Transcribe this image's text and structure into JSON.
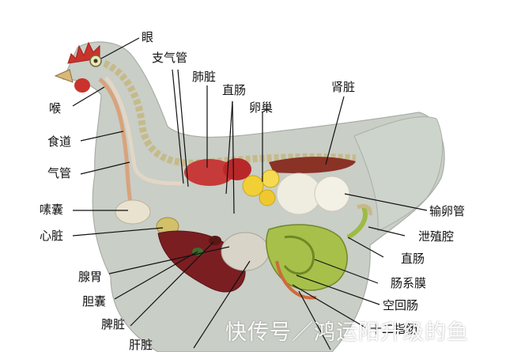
{
  "labels": {
    "eye": "眼",
    "bronchus": "支气管",
    "lung": "肺脏",
    "rectum_top": "直肠",
    "ovary": "卵巢",
    "kidney": "肾脏",
    "larynx": "喉",
    "esophagus": "食道",
    "trachea": "气管",
    "crop": "嗉囊",
    "heart": "心脏",
    "oviduct": "输卵管",
    "cloaca": "泄殖腔",
    "rectum_right": "直肠",
    "mesentery": "肠系膜",
    "proventriculus": "腺胃",
    "jejunum_ileum": "空回肠",
    "gallbladder": "胆囊",
    "duodenum": "十二指肠",
    "spleen": "脾脏",
    "liver": "肝脏"
  },
  "watermark": "快传号／鸿运阳升级的鱼",
  "colors": {
    "body": "#c9cec6",
    "comb": "#c9332b",
    "organ_red": "#b8282a",
    "liver": "#7a1e22",
    "yolk": "#f1cf35",
    "intestine": "#a6c04a",
    "ovary_white": "#efece0",
    "kidney": "#8a3226",
    "spine": "#c6ba8a"
  }
}
